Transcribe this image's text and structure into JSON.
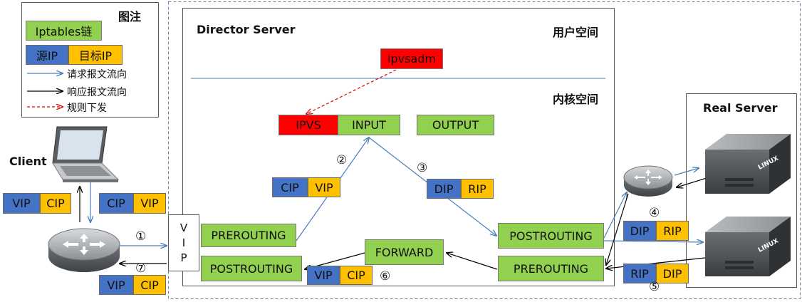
{
  "legend": {
    "title": "图注",
    "chain": "Iptables链",
    "src": "源IP",
    "dst": "目标IP",
    "request": "请求报文流向",
    "response": "响应报文流向",
    "rule": "规则下发"
  },
  "client": {
    "label": "Client"
  },
  "director": {
    "title": "Director Server",
    "user_space": "用户空间",
    "kernel_space": "内核空间",
    "ipvsadm": "ipvsadm",
    "ipvs": "IPVS",
    "input": "INPUT",
    "output": "OUTPUT",
    "prerouting_left": "PREROUTING",
    "postrouting_left": "POSTROUTING",
    "forward": "FORWARD",
    "postrouting_right": "POSTROUTING",
    "prerouting_right": "PREROUTING",
    "vip_lines": [
      "V",
      "I",
      "P"
    ]
  },
  "real_server": {
    "title": "Real Server",
    "os_label": "LINUX"
  },
  "packets": {
    "client_resp": {
      "src": "VIP",
      "dst": "CIP"
    },
    "client_req": {
      "src": "CIP",
      "dst": "VIP"
    },
    "step2": {
      "src": "CIP",
      "dst": "VIP"
    },
    "step3": {
      "src": "DIP",
      "dst": "RIP"
    },
    "step4": {
      "src": "DIP",
      "dst": "RIP"
    },
    "step5": {
      "src": "RIP",
      "dst": "DIP"
    },
    "step6": {
      "src": "VIP",
      "dst": "CIP"
    },
    "step7": {
      "src": "VIP",
      "dst": "CIP"
    }
  },
  "steps": {
    "s1": "①",
    "s2": "②",
    "s3": "③",
    "s4": "④",
    "s5": "⑤",
    "s6": "⑥",
    "s7": "⑦"
  },
  "colors": {
    "chain": "#92d050",
    "ipvs": "#ff0000",
    "src": "#4472c4",
    "dst": "#ffc000",
    "request_arrow": "#4a7ebb",
    "response_arrow": "#000000",
    "rule_arrow": "#e00000"
  }
}
